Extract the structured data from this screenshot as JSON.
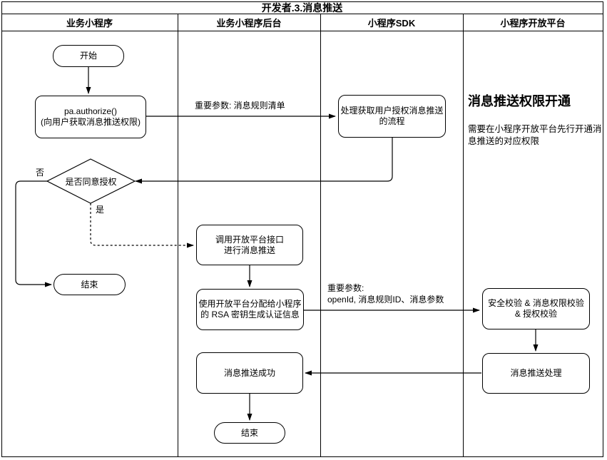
{
  "title": "开发者.3.消息推送",
  "lanes": [
    {
      "label": "业务小程序"
    },
    {
      "label": "业务小程序后台"
    },
    {
      "label": "小程序SDK"
    },
    {
      "label": "小程序开放平台"
    }
  ],
  "nodes": {
    "start": "开始",
    "authorize": "pa.authorize()\n(向用户获取消息推送权限)",
    "decision": "是否同意授权",
    "end_main": "结束",
    "call_open_api": "调用开放平台接口\n进行消息推送",
    "rsa_sign": "使用开放平台分配给小程序\n的 RSA 密钥生成认证信息",
    "push_success": "消息推送成功",
    "end_backend": "结束",
    "sdk_handle_auth": "处理获取用户授权消息推送\n的流程",
    "security_check": "安全校验 & 消息权限校验\n& 授权校验",
    "push_process": "消息推送处理"
  },
  "edge_labels": {
    "rule_list_params": "重要参数: 消息规则清单",
    "push_params": "重要参数:\nopenId, 消息规则ID、消息参数",
    "no": "否",
    "yes": "是"
  },
  "annotation": {
    "heading": "消息推送权限开通",
    "body": "需要在小程序开放平台先行开通消息推送的对应权限"
  },
  "colors": {
    "stroke": "#000000",
    "background": "#ffffff"
  }
}
